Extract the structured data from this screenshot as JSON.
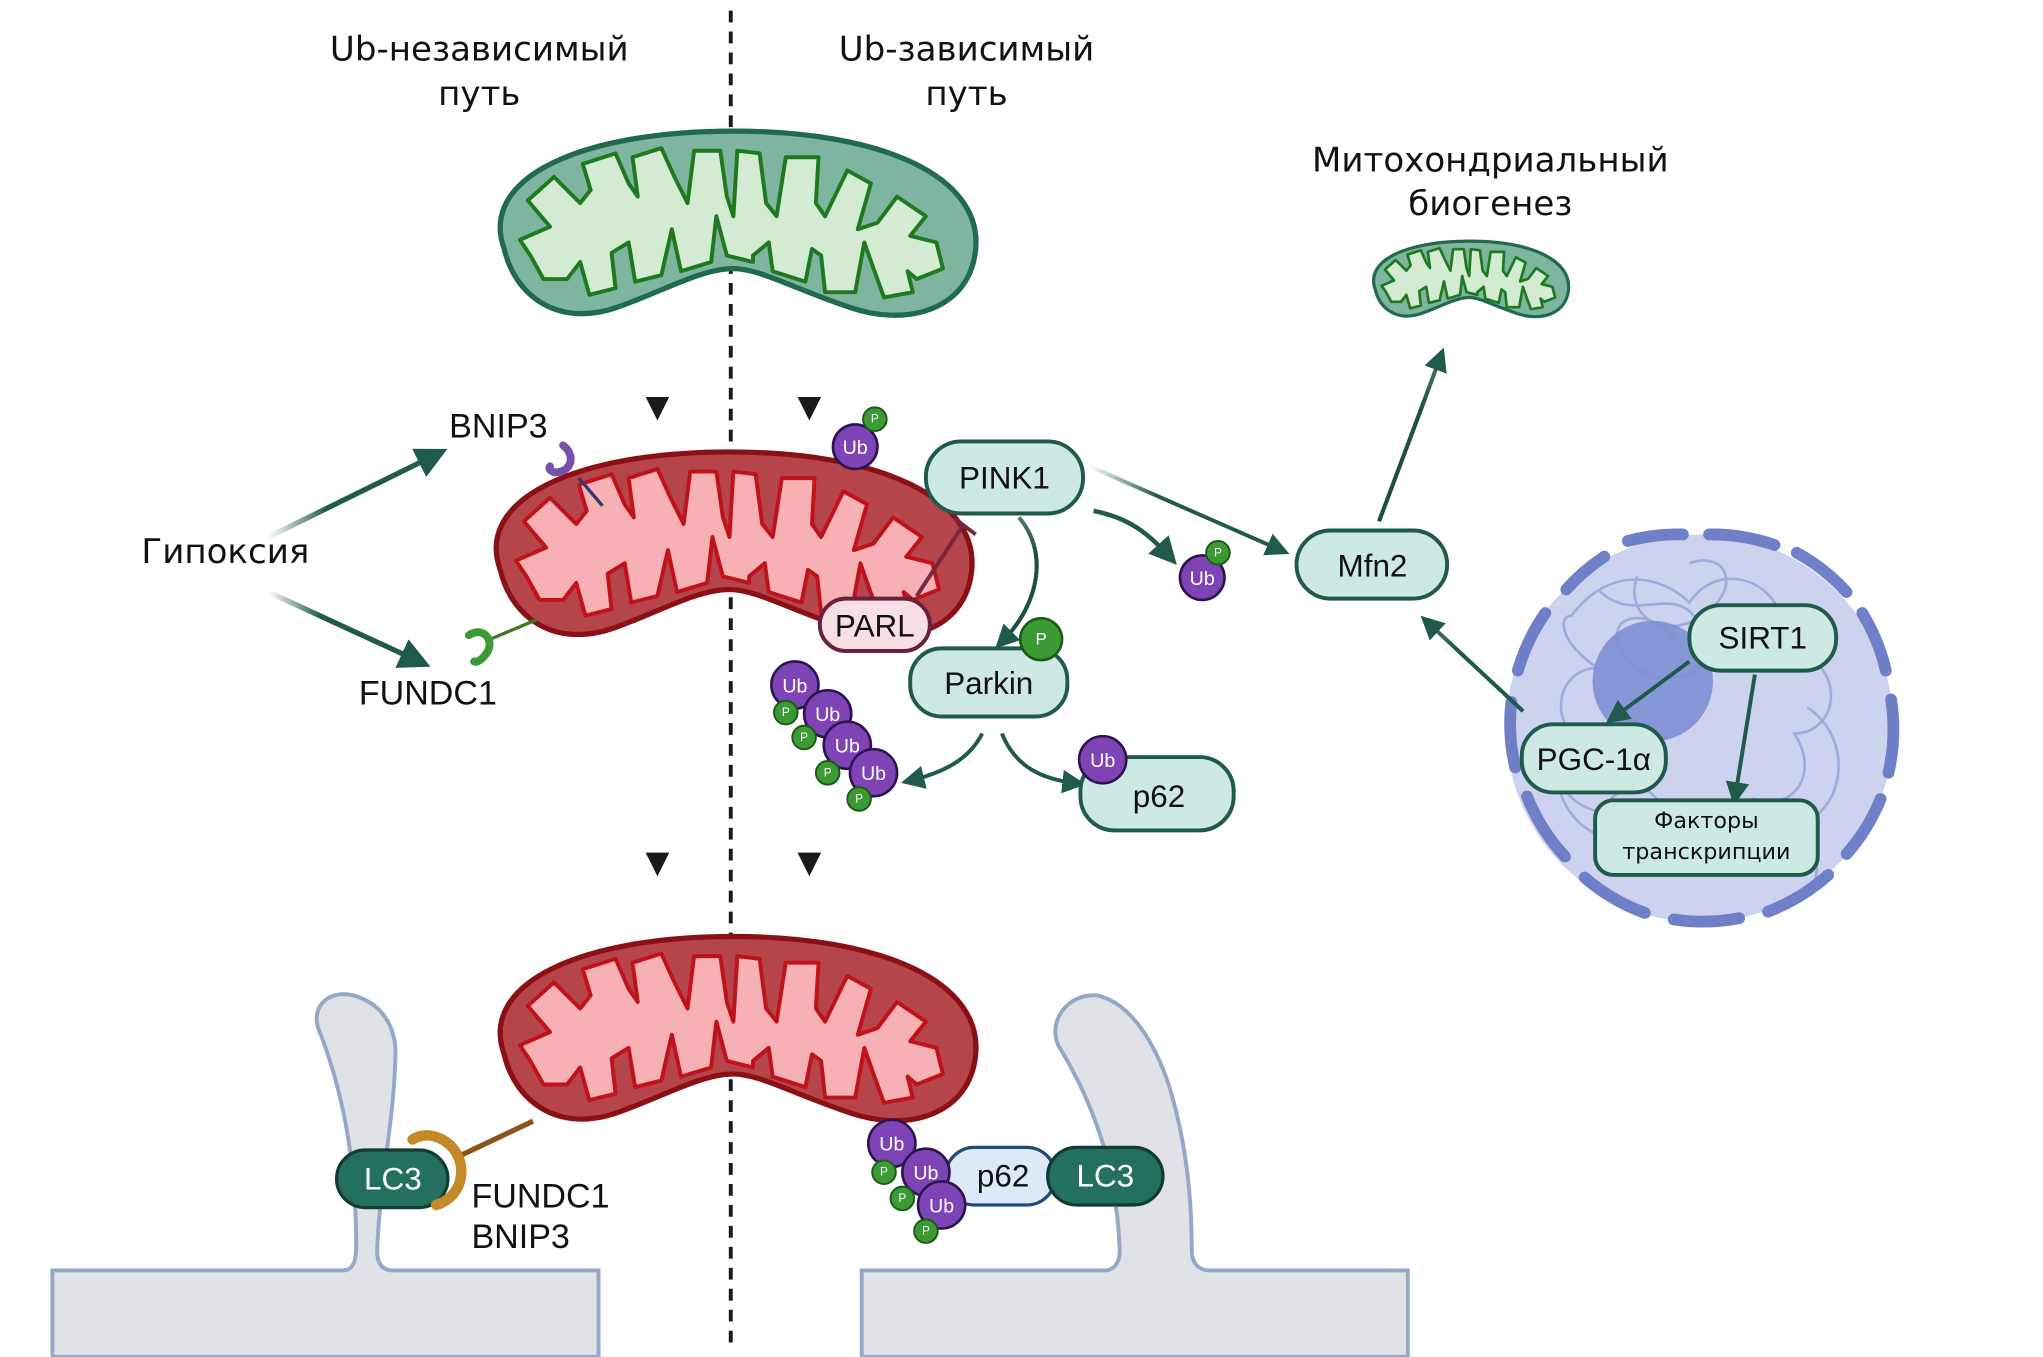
{
  "headers": {
    "ub_independent_line1": "Ub-независимый",
    "ub_independent_line2": "путь",
    "ub_dependent_line1": "Ub-зависимый",
    "ub_dependent_line2": "путь",
    "biogenesis_line1": "Митохондриальный",
    "biogenesis_line2": "биогенез"
  },
  "labels": {
    "hypoxia": "Гипоксия",
    "bnip3": "BNIP3",
    "fundc1": "FUNDC1",
    "receptor_fundc1": "FUNDC1",
    "receptor_bnip3": "BNIP3"
  },
  "proteins": {
    "pink1": "PINK1",
    "parl": "PARL",
    "parkin": "Parkin",
    "p62": "p62",
    "p62_bottom": "p62",
    "mfn2": "Mfn2",
    "sirt1": "SIRT1",
    "pgc1a": "PGC-1α",
    "tf_line1": "Факторы",
    "tf_line2": "транскрипции",
    "lc3_left": "LC3",
    "lc3_right": "LC3"
  },
  "markers": {
    "ub": "Ub",
    "p": "P"
  },
  "colors": {
    "healthy_mito_outer": "#7fb5a0",
    "healthy_mito_inner": "#d3ead3",
    "healthy_mito_stroke": "#1f6b4c",
    "damaged_mito_outer": "#b5454b",
    "damaged_mito_inner": "#f7b0b3",
    "damaged_mito_stroke": "#8b1016",
    "pathway_arrow": "#1f5a4c",
    "protein_fill": "#cde9e3",
    "protein_stroke": "#1f5a4c",
    "ub_fill": "#7e44b5",
    "phospho_fill": "#3c9a35",
    "lc3_fill": "#23705f",
    "nucleus_fill": "#cdd3ee",
    "nuclear_envelope": "#6f80c8",
    "phagophore_fill": "#e1e2e7"
  }
}
